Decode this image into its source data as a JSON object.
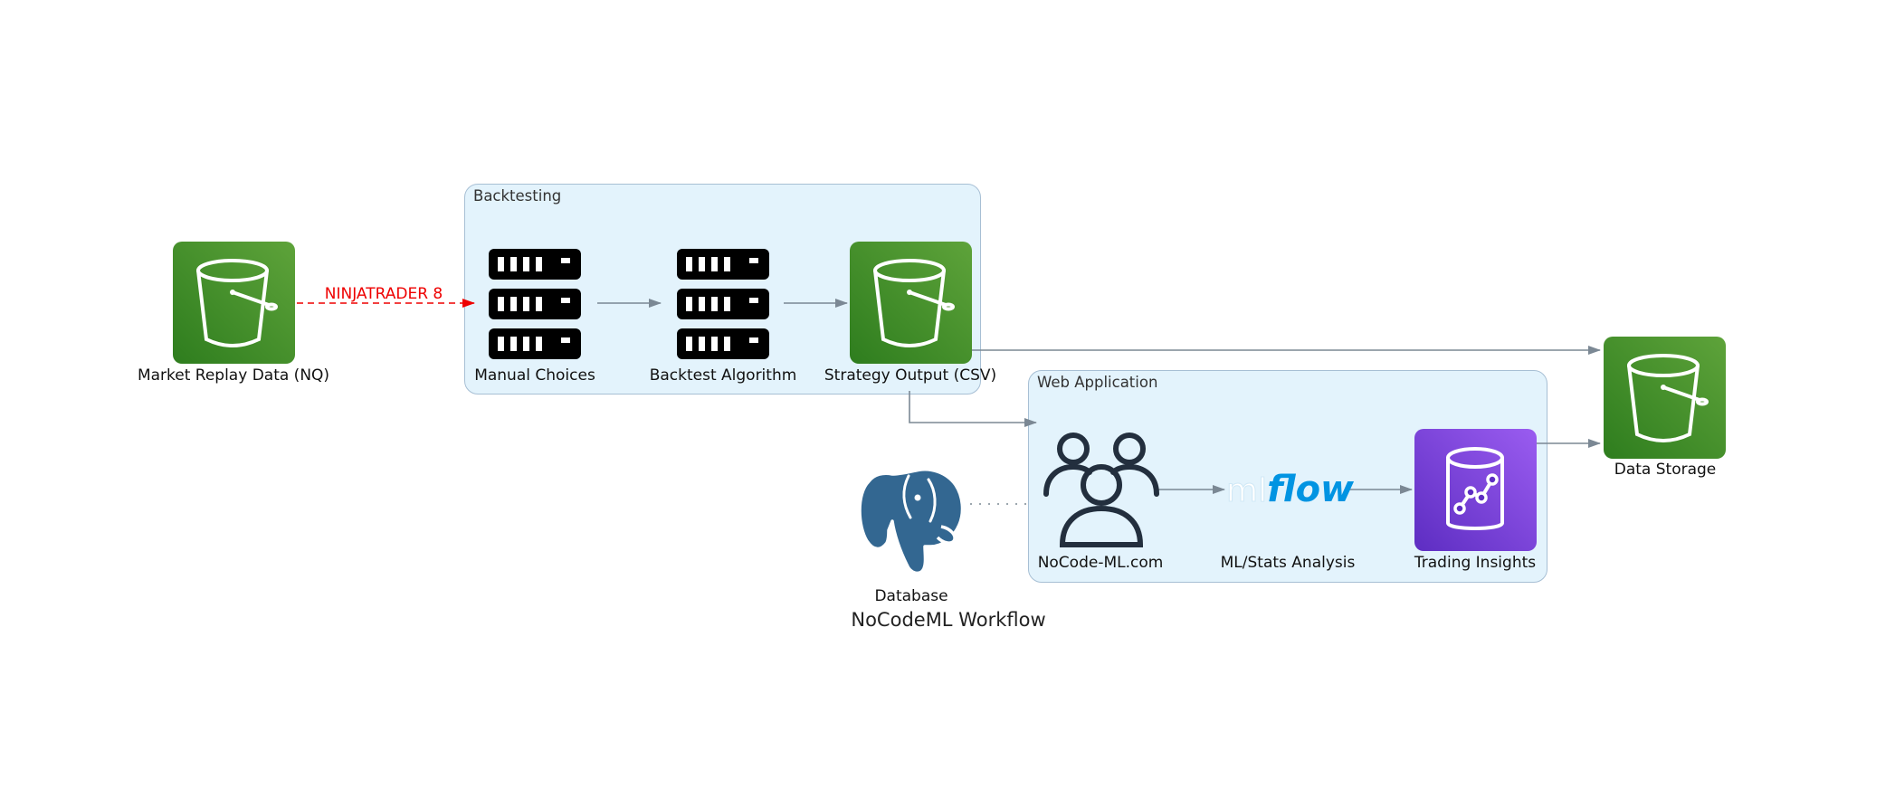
{
  "graph": {
    "title": "NoCodeML Workflow"
  },
  "clusters": {
    "backtesting": {
      "label": "Backtesting"
    },
    "web_application": {
      "label": "Web Application"
    }
  },
  "nodes": {
    "market_replay": {
      "label": "Market Replay Data (NQ)",
      "icon": "s3-bucket-icon"
    },
    "manual_choices": {
      "label": "Manual Choices",
      "icon": "server-rack-icon"
    },
    "backtest_algorithm": {
      "label": "Backtest Algorithm",
      "icon": "server-rack-icon"
    },
    "strategy_output": {
      "label": "Strategy Output (CSV)",
      "icon": "s3-bucket-icon"
    },
    "data_storage": {
      "label": "Data Storage",
      "icon": "s3-bucket-icon"
    },
    "database": {
      "label": "Database",
      "icon": "postgresql-elephant-icon"
    },
    "nocode_ml": {
      "label": "NoCode-ML.com",
      "icon": "users-group-icon"
    },
    "ml_stats": {
      "label": "ML/Stats Analysis",
      "icon": "mlflow-logo"
    },
    "trading_insights": {
      "label": "Trading Insights",
      "icon": "analytics-database-icon"
    }
  },
  "logos": {
    "mlflow": {
      "prefix": "ml",
      "suffix": "flow"
    }
  },
  "edges": {
    "ninjatrader": {
      "label": "NINJATRADER 8"
    }
  },
  "colors": {
    "s3_green_light": "#5ea33a",
    "s3_green_dark": "#2e7d1e",
    "purple_light": "#9a5cf0",
    "purple_dark": "#5d2dc2",
    "cluster_fill": "#e3f3fc",
    "cluster_border": "#a7bfd4",
    "edge_gray": "#7b8894",
    "edge_red": "#ee0000",
    "postgres_blue": "#336791",
    "icon_dark": "#232f3e",
    "mlflow_blue": "#0194e2"
  }
}
